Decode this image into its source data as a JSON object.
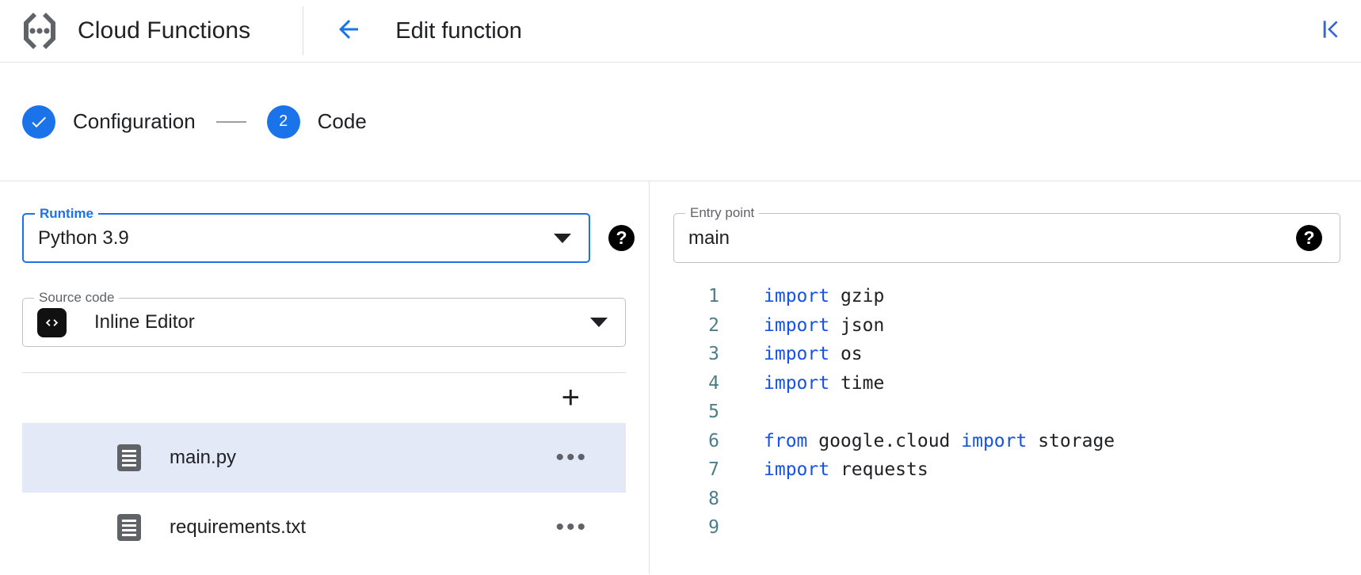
{
  "header": {
    "product_title": "Cloud Functions",
    "page_title": "Edit function",
    "logo_icon": "cloud-functions-logo",
    "back_icon": "arrow-back-icon",
    "collapse_icon": "first-page-icon"
  },
  "stepper": {
    "steps": [
      {
        "badge": "✓",
        "label": "Configuration",
        "state": "complete"
      },
      {
        "badge": "2",
        "label": "Code",
        "state": "active"
      }
    ]
  },
  "form": {
    "runtime": {
      "legend": "Runtime",
      "value": "Python 3.9",
      "focused": true,
      "help_icon": "help-icon"
    },
    "entry_point": {
      "legend": "Entry point",
      "value": "main",
      "help_icon": "help-icon"
    },
    "source_code": {
      "legend": "Source code",
      "value": "Inline Editor",
      "icon": "code-brackets-icon"
    }
  },
  "files": {
    "add_label": "+",
    "overflow_label": "•••",
    "items": [
      {
        "name": "main.py",
        "selected": true
      },
      {
        "name": "requirements.txt",
        "selected": false
      }
    ]
  },
  "editor": {
    "lines": [
      {
        "n": "1",
        "tokens": [
          {
            "t": "import",
            "k": true
          },
          {
            "t": " gzip",
            "k": false
          }
        ]
      },
      {
        "n": "2",
        "tokens": [
          {
            "t": "import",
            "k": true
          },
          {
            "t": " json",
            "k": false
          }
        ]
      },
      {
        "n": "3",
        "tokens": [
          {
            "t": "import",
            "k": true
          },
          {
            "t": " os",
            "k": false
          }
        ]
      },
      {
        "n": "4",
        "tokens": [
          {
            "t": "import",
            "k": true
          },
          {
            "t": " time",
            "k": false
          }
        ]
      },
      {
        "n": "5",
        "tokens": []
      },
      {
        "n": "6",
        "tokens": [
          {
            "t": "from",
            "k": true
          },
          {
            "t": " google.cloud ",
            "k": false
          },
          {
            "t": "import",
            "k": true
          },
          {
            "t": " storage",
            "k": false
          }
        ]
      },
      {
        "n": "7",
        "tokens": [
          {
            "t": "import",
            "k": true
          },
          {
            "t": " requests",
            "k": false
          }
        ]
      },
      {
        "n": "8",
        "tokens": []
      },
      {
        "n": "9",
        "tokens": []
      }
    ]
  },
  "colors": {
    "accent": "#1a73e8",
    "keyword": "#1452e8",
    "line_number": "#4d7d8a",
    "selected_row": "#e4e9f7",
    "text": "#202124"
  }
}
